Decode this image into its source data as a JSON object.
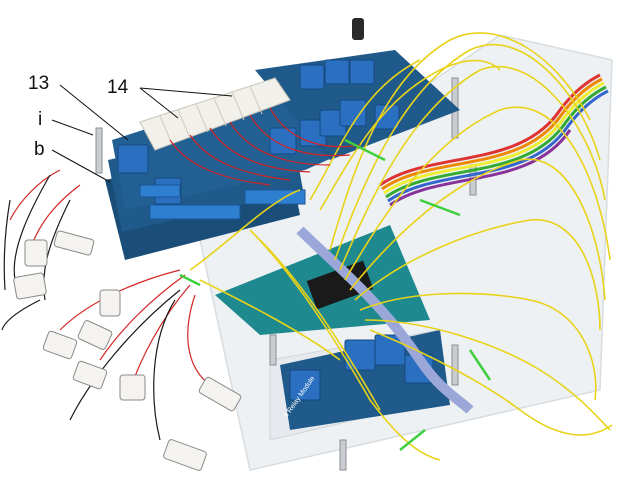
{
  "figure": {
    "callouts": [
      {
        "id": "13",
        "text": "13"
      },
      {
        "id": "14",
        "text": "14"
      },
      {
        "id": "i",
        "text": "i"
      },
      {
        "id": "b",
        "text": "b"
      }
    ],
    "board_labels": {
      "relay_module": "4 Relay Module"
    }
  },
  "colors": {
    "background": "#ffffff",
    "acrylic": "#e8ecef",
    "pcb_blue": "#1f5a8a",
    "pcb_blue_dark": "#163f63",
    "relay_blue": "#2a6fc0",
    "terminal_blue": "#2f7fd0",
    "arduino_teal": "#1e8a8f",
    "wire_yellow": "#e8d21a",
    "wire_red": "#d42424",
    "wire_black": "#1a1a1a",
    "tie_green": "#3fcf3f",
    "ribbon": [
      "#d33",
      "#e80",
      "#ee3",
      "#3a3",
      "#36c",
      "#839",
      "#888",
      "#fff",
      "#222",
      "#b52"
    ],
    "connector_white": "#f2f0ea"
  }
}
